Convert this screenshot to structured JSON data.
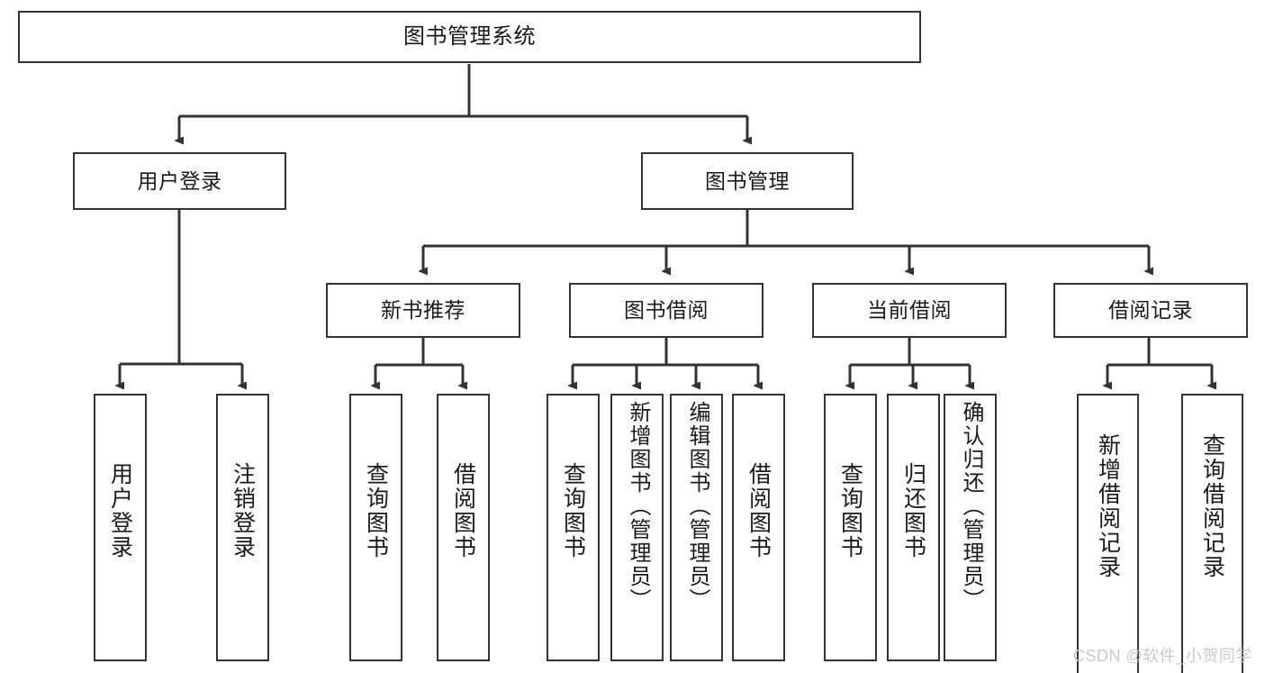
{
  "diagram": {
    "title": "图书管理系统",
    "type": "hierarchy-tree",
    "colors": {
      "box_border": "#333333",
      "box_fill": "#ffffff",
      "connector": "#333333",
      "text": "#1a1a1a",
      "watermark": "#c9c9c9"
    },
    "root": {
      "label": "图书管理系统"
    },
    "level2": [
      {
        "label": "用户登录"
      },
      {
        "label": "图书管理"
      }
    ],
    "level3": [
      {
        "label": "新书推荐"
      },
      {
        "label": "图书借阅"
      },
      {
        "label": "当前借阅"
      },
      {
        "label": "借阅记录"
      }
    ],
    "leaves": {
      "user_login": [
        {
          "label": "用户登录"
        },
        {
          "label": "注销登录"
        }
      ],
      "new_book_recommend": [
        {
          "label": "查询图书"
        },
        {
          "label": "借阅图书"
        }
      ],
      "book_borrow": [
        {
          "label": "查询图书"
        },
        {
          "label": "新增图书（管理员）"
        },
        {
          "label": "编辑图书（管理员）"
        },
        {
          "label": "借阅图书"
        }
      ],
      "current_borrow": [
        {
          "label": "查询图书"
        },
        {
          "label": "归还图书"
        },
        {
          "label": "确认归还（管理员）"
        }
      ],
      "borrow_record": [
        {
          "label": "新增借阅记录"
        },
        {
          "label": "查询借阅记录"
        }
      ]
    },
    "watermark": {
      "text": "CSDN @软件_小贺同学"
    }
  }
}
